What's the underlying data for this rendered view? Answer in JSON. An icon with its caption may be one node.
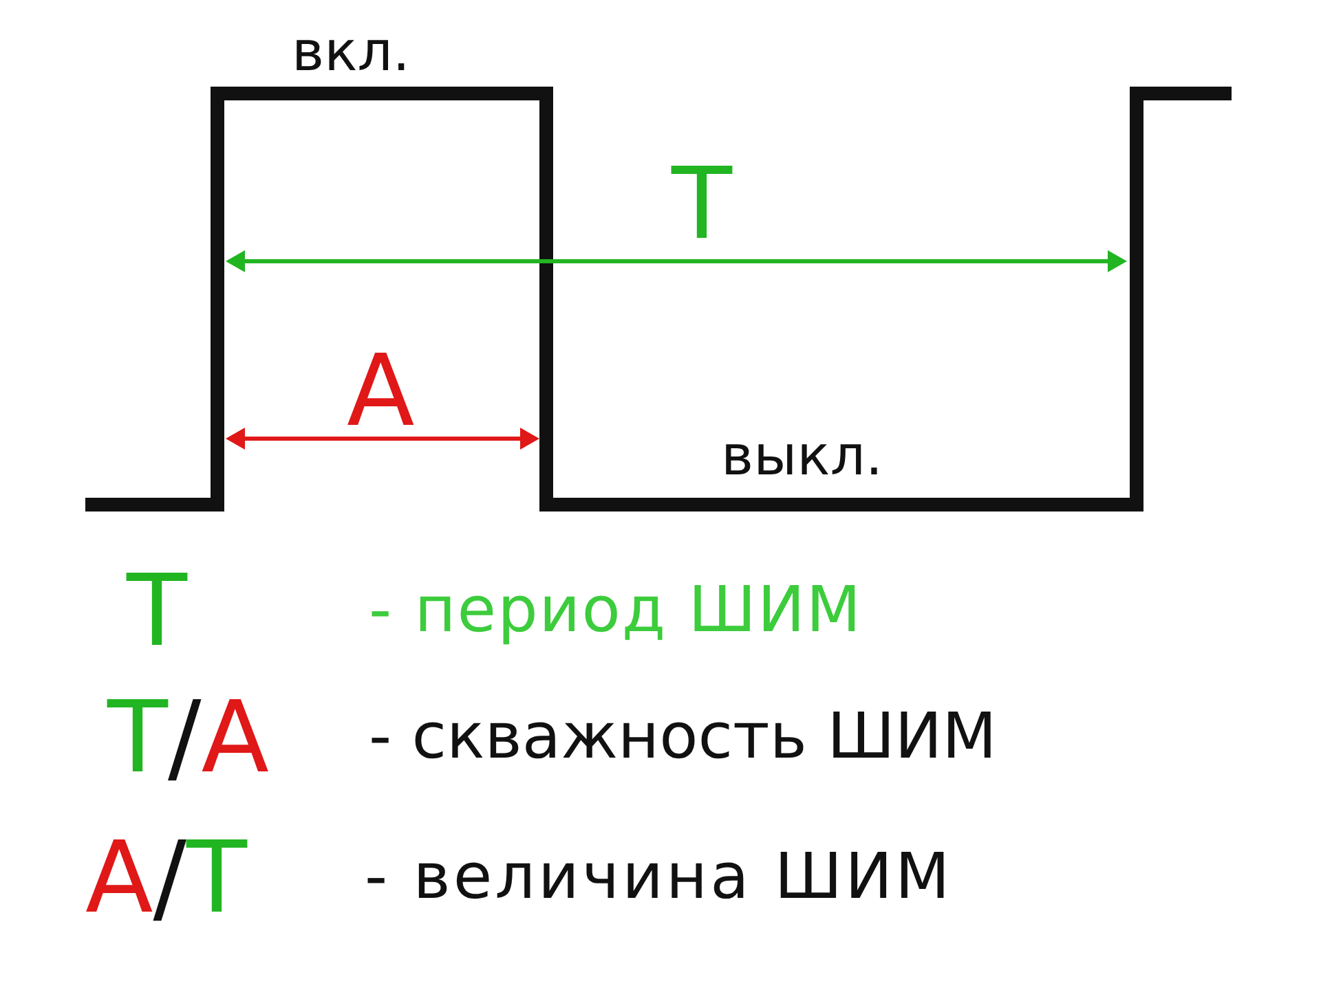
{
  "diagram": {
    "labels": [
      "вкл.",
      "T",
      "A",
      "выкл.",
      "T",
      "- период ШИМ",
      "T/A",
      "- скважность ШИМ",
      "A/T",
      "- величина ШИМ"
    ]
  }
}
